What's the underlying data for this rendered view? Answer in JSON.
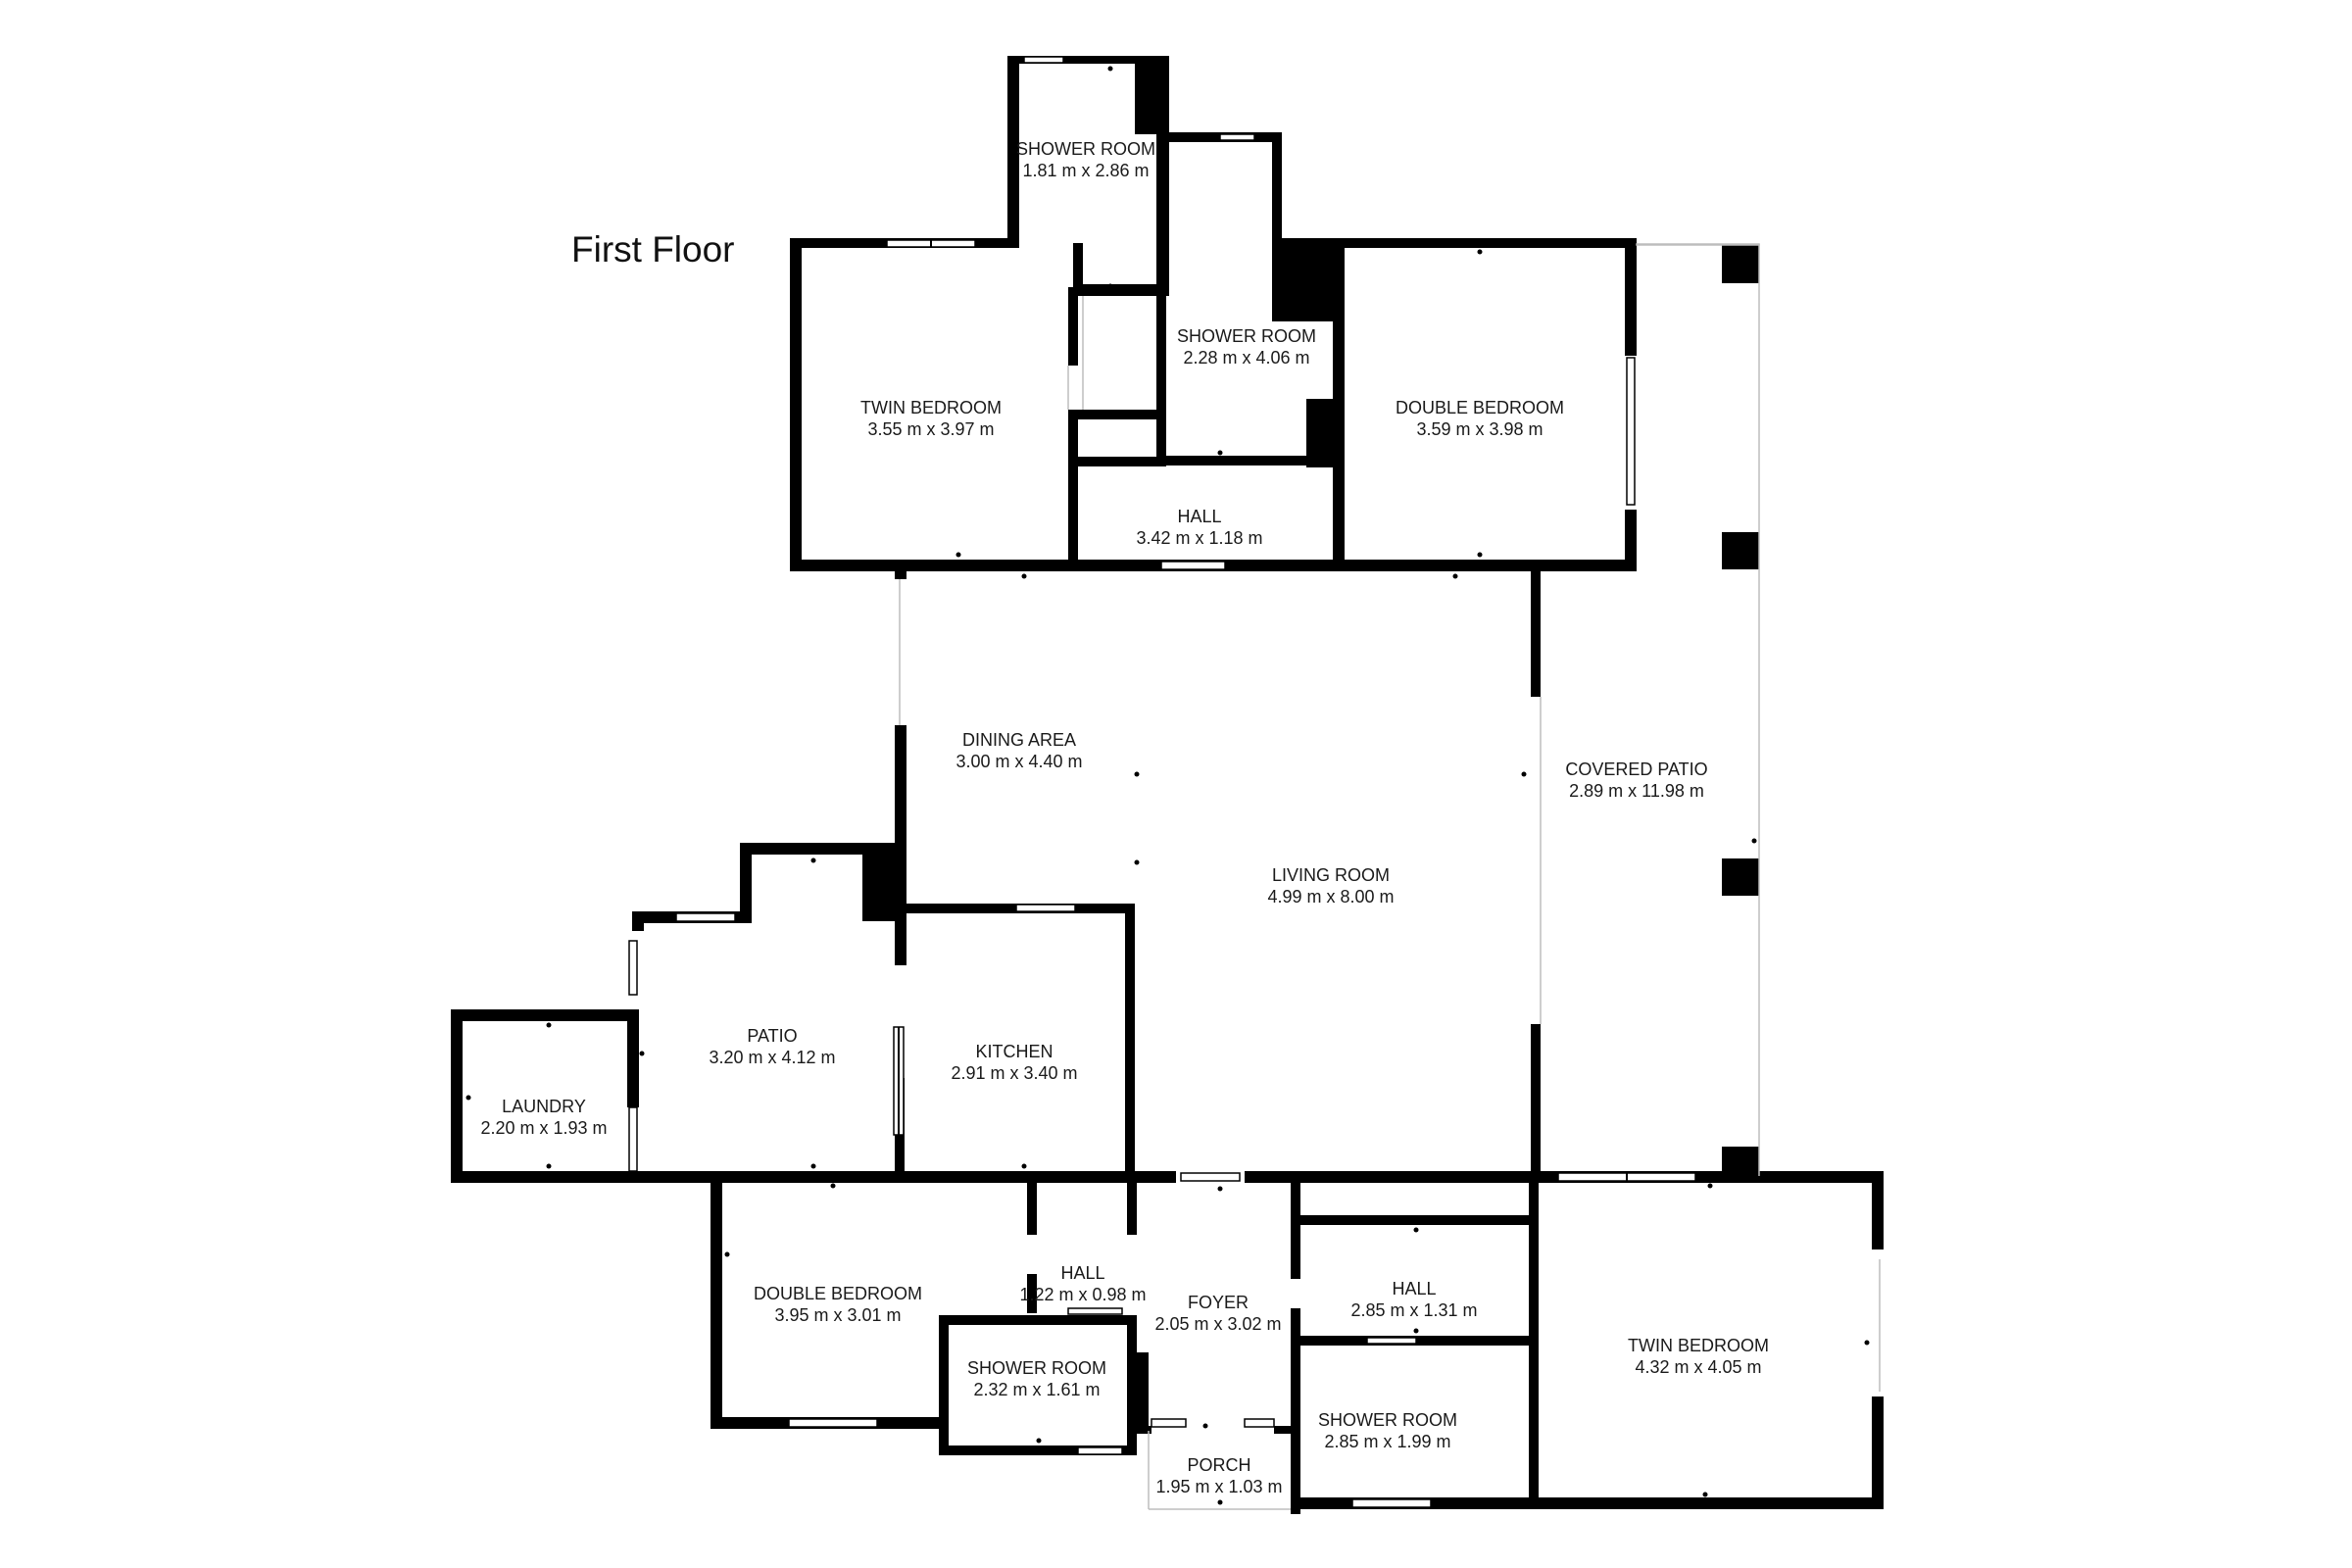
{
  "floor": {
    "title": "First Floor"
  },
  "rooms": [
    {
      "name": "SHOWER ROOM",
      "dims": "1.81 m x 2.86 m"
    },
    {
      "name": "SHOWER ROOM",
      "dims": "2.28 m x 4.06 m"
    },
    {
      "name": "TWIN BEDROOM",
      "dims": "3.55 m x 3.97 m"
    },
    {
      "name": "DOUBLE BEDROOM",
      "dims": "3.59 m x 3.98 m"
    },
    {
      "name": "HALL",
      "dims": "3.42 m x 1.18 m"
    },
    {
      "name": "DINING AREA",
      "dims": "3.00 m x 4.40 m"
    },
    {
      "name": "COVERED PATIO",
      "dims": "2.89 m x 11.98 m"
    },
    {
      "name": "LIVING ROOM",
      "dims": "4.99 m x 8.00 m"
    },
    {
      "name": "PATIO",
      "dims": "3.20 m x 4.12 m"
    },
    {
      "name": "KITCHEN",
      "dims": "2.91 m x 3.40 m"
    },
    {
      "name": "LAUNDRY",
      "dims": "2.20 m x 1.93 m"
    },
    {
      "name": "HALL",
      "dims": "1.22 m x 0.98 m"
    },
    {
      "name": "DOUBLE BEDROOM",
      "dims": "3.95 m x 3.01 m"
    },
    {
      "name": "FOYER",
      "dims": "2.05 m x 3.02 m"
    },
    {
      "name": "HALL",
      "dims": "2.85 m x 1.31 m"
    },
    {
      "name": "TWIN BEDROOM",
      "dims": "4.32 m x 4.05 m"
    },
    {
      "name": "SHOWER ROOM",
      "dims": "2.32 m x 1.61 m"
    },
    {
      "name": "SHOWER ROOM",
      "dims": "2.85 m x 1.99 m"
    },
    {
      "name": "PORCH",
      "dims": "1.95 m x 1.03 m"
    }
  ]
}
